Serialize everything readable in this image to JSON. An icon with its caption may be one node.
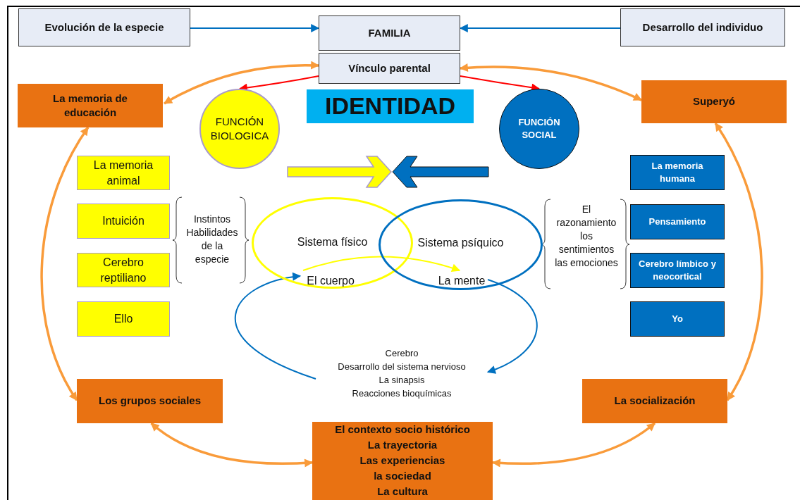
{
  "diagram": {
    "nodes": [
      {
        "text": [
          "Evolución de la especie"
        ]
      },
      {
        "text": [
          "FAMILIA"
        ]
      },
      {
        "text": [
          "Vínculo parental"
        ]
      },
      {
        "text": [
          "Desarrollo del individuo"
        ]
      },
      {
        "text": [
          "IDENTIDAD"
        ]
      },
      {
        "text": [
          "La memoria de educación"
        ]
      },
      {
        "text": [
          "Superyó"
        ]
      },
      {
        "text": [
          "FUNCIÓN BIOLOGICA"
        ]
      },
      {
        "text": [
          "FUNCIÓN SOCIAL"
        ]
      },
      {
        "text": [
          "La memoria animal"
        ]
      },
      {
        "text": [
          "Intuición"
        ]
      },
      {
        "text": [
          "Cerebro reptiliano"
        ]
      },
      {
        "text": [
          "Ello"
        ]
      },
      {
        "text": [
          "La memoria humana"
        ]
      },
      {
        "text": [
          "Pensamiento"
        ]
      },
      {
        "text": [
          "Cerebro límbico y neocortical"
        ]
      },
      {
        "text": [
          "Yo"
        ]
      },
      {
        "text": [
          "Sistema físico"
        ]
      },
      {
        "text": [
          "El cuerpo"
        ],
        "in": 17
      },
      {
        "text": [
          "Sistema psíquico"
        ]
      },
      {
        "text": [
          "La mente"
        ],
        "in": 19
      },
      {
        "text": [
          "Cerebro",
          "Desarrollo del sistema nervioso",
          "La sinapsis",
          "Reacciones bioquímicas"
        ]
      },
      {
        "text": [
          "Los grupos sociales"
        ]
      },
      {
        "text": [
          "La socialización"
        ]
      },
      {
        "text": [
          "El contexto socio histórico",
          "La trayectoria",
          "Las experiencias",
          "la sociedad",
          "La cultura"
        ]
      }
    ],
    "edges": [
      {
        "from": 0,
        "to": 1,
        "arrow": "to",
        "color": "#0070c0"
      },
      {
        "from": 3,
        "to": 1,
        "arrow": "to",
        "color": "#0070c0"
      },
      {
        "from": 2,
        "to": 5,
        "arrow": "both"
      },
      {
        "from": 2,
        "to": 6,
        "arrow": "both"
      },
      {
        "from": 2,
        "to": 7,
        "arrow": "to",
        "color": "#ff0000"
      },
      {
        "from": 2,
        "to": 8,
        "arrow": "to",
        "color": "#ff0000"
      },
      {
        "from": 5,
        "to": 22,
        "arrow": "both"
      },
      {
        "from": 6,
        "to": 23,
        "arrow": "both"
      },
      {
        "from": 22,
        "to": 24,
        "arrow": "both"
      },
      {
        "from": 24,
        "to": 23,
        "arrow": "both"
      },
      {
        "from": 18,
        "to": 20,
        "arrow": "to",
        "color": "#ffff00"
      },
      {
        "from": 20,
        "to": 21,
        "arrow": "to",
        "color": "#0070c0"
      },
      {
        "from": 21,
        "to": 18,
        "arrow": "to",
        "color": "#0070c0"
      }
    ],
    "labels": [
      "Instintos Habilidades de la especie",
      "El razonamiento los sentimientos las emociones"
    ]
  }
}
